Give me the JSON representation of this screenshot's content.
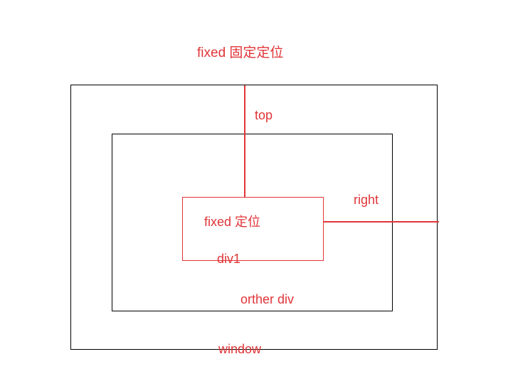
{
  "title": "fixed 固定定位",
  "labels": {
    "top": "top",
    "right": "right",
    "fixed_box": "fixed 定位",
    "div1": "div1",
    "other_div": "orther div",
    "window": "window"
  },
  "colors": {
    "red": "#e03538",
    "black": "#000000",
    "background": "#ffffff"
  }
}
